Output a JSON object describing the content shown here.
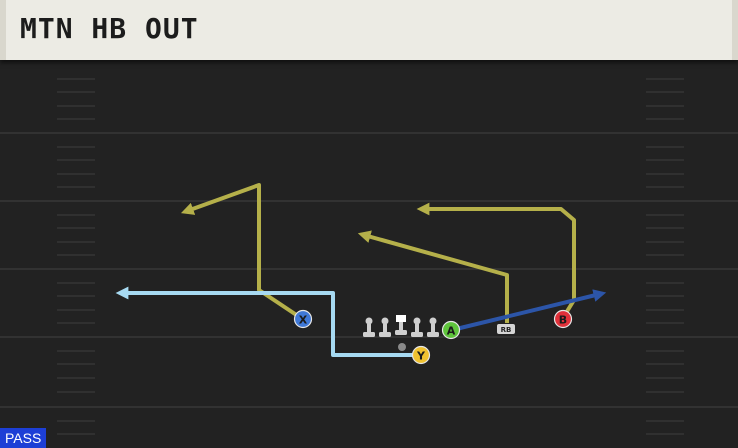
{
  "play": {
    "name": "MTN HB OUT",
    "type_tag": "PASS"
  },
  "players": {
    "x": "X",
    "y": "Y",
    "a": "A",
    "b": "B",
    "rb": "RB"
  },
  "colors": {
    "route_yellow": "#b5b04a",
    "route_light_blue": "#a7daf2",
    "route_dark_blue": "#2c55a8",
    "player_x": "#3f78d6",
    "player_y": "#f0c230",
    "player_a": "#5fc43c",
    "player_b": "#e0313a",
    "pass_tag": "#1d3fd6"
  }
}
